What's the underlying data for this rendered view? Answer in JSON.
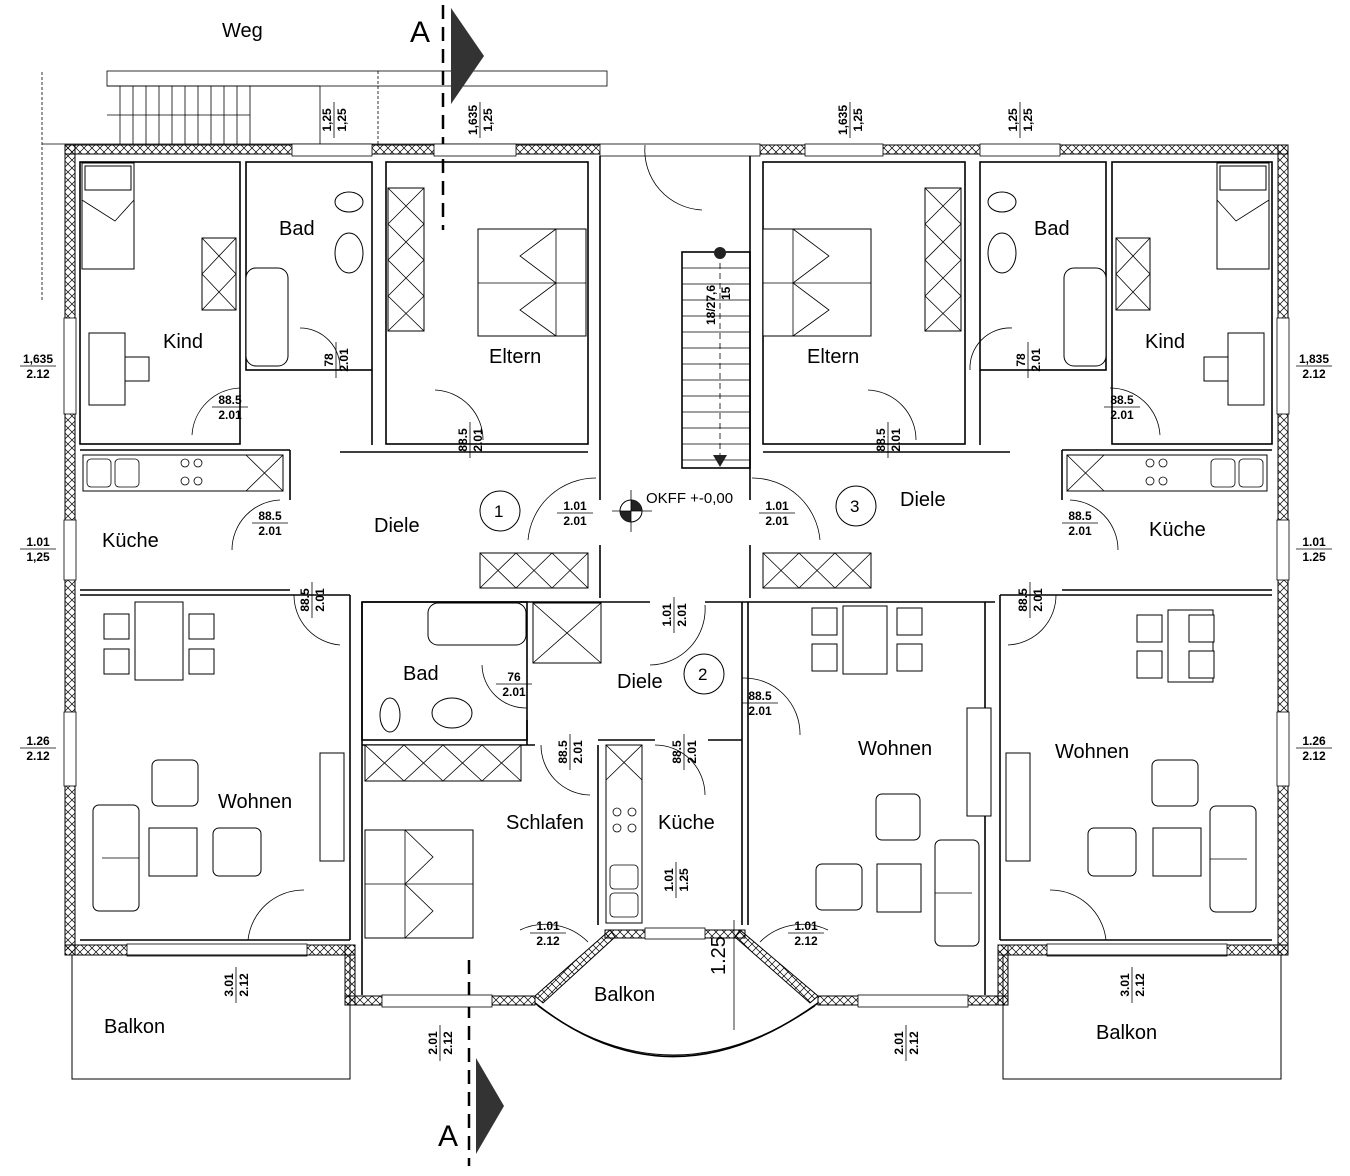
{
  "title": "Grundriss Erdgeschoss",
  "labels": {
    "path": "Weg",
    "section_top": "A",
    "section_bottom": "A",
    "level": "OKFF +-0,00",
    "stairs": "18/27,6",
    "stairs_sub": "15"
  },
  "units": [
    {
      "number": "1"
    },
    {
      "number": "2"
    },
    {
      "number": "3"
    }
  ],
  "rooms": {
    "u1_kind": "Kind",
    "u1_bad": "Bad",
    "u1_eltern": "Eltern",
    "u1_kueche": "Küche",
    "u1_diele": "Diele",
    "u1_wohnen": "Wohnen",
    "u1_balkon": "Balkon",
    "u2_bad": "Bad",
    "u2_diele": "Diele",
    "u2_schlafen": "Schlafen",
    "u2_kueche": "Küche",
    "u2_balkon": "Balkon",
    "u2_wohnen": "Wohnen",
    "u3_eltern": "Eltern",
    "u3_bad": "Bad",
    "u3_kind": "Kind",
    "u3_diele": "Diele",
    "u3_kueche": "Küche",
    "u3_wohnen": "Wohnen",
    "u3_balkon": "Balkon"
  },
  "dimensions": {
    "top_win_1": {
      "a": "1,25",
      "b": "1,25"
    },
    "top_win_2": {
      "a": "1,635",
      "b": "1,25"
    },
    "top_win_3": {
      "a": "1,635",
      "b": "1,25"
    },
    "top_win_4": {
      "a": "1,25",
      "b": "1,25"
    },
    "left_win_kind": {
      "a": "1,635",
      "b": "2.12"
    },
    "left_win_kueche": {
      "a": "1.01",
      "b": "1,25"
    },
    "left_win_wohnen": {
      "a": "1.26",
      "b": "2.12"
    },
    "right_win_kind": {
      "a": "1,835",
      "b": "2.12"
    },
    "right_win_kueche": {
      "a": "1.01",
      "b": "1.25"
    },
    "right_win_wohnen": {
      "a": "1.26",
      "b": "2.12"
    },
    "door_u1_kind": {
      "a": "88.5",
      "b": "2.01"
    },
    "door_u1_bad": {
      "a": "78",
      "b": "2.01"
    },
    "door_u1_eltern": {
      "a": "88.5",
      "b": "2.01"
    },
    "door_u1_kueche": {
      "a": "88.5",
      "b": "2.01"
    },
    "door_u1_wohnen": {
      "a": "88.5",
      "b": "2.01"
    },
    "door_u1_entry": {
      "a": "1.01",
      "b": "2.01"
    },
    "door_u3_entry": {
      "a": "1.01",
      "b": "2.01"
    },
    "door_u3_eltern": {
      "a": "88.5",
      "b": "2.01"
    },
    "door_u3_bad": {
      "a": "78",
      "b": "2.01"
    },
    "door_u3_kind": {
      "a": "88.5",
      "b": "2.01"
    },
    "door_u3_kueche": {
      "a": "88.5",
      "b": "2.01"
    },
    "door_u3_wohnen": {
      "a": "88.5",
      "b": "2.01"
    },
    "door_u2_entry": {
      "a": "1.01",
      "b": "2.01"
    },
    "door_u2_bad": {
      "a": "76",
      "b": "2.01"
    },
    "door_u2_wohnen": {
      "a": "88.5",
      "b": "2.01"
    },
    "door_u2_schlafen": {
      "a": "88.5",
      "b": "2.01"
    },
    "door_u2_kueche": {
      "a": "88.5",
      "b": "2.01"
    },
    "u2_kueche_win": {
      "a": "1.01",
      "b": "1.25"
    },
    "u2_balkon_door_l": {
      "a": "1.01",
      "b": "2.12"
    },
    "u2_balkon_door_r": {
      "a": "1.01",
      "b": "2.12"
    },
    "u2_balkon_depth": "1.25",
    "bottom_u1_balkon": {
      "a": "3.01",
      "b": "2.12"
    },
    "bottom_u2_schlafen": {
      "a": "2.01",
      "b": "2.12"
    },
    "bottom_u2_wohnen": {
      "a": "2.01",
      "b": "2.12"
    },
    "bottom_u3_balkon": {
      "a": "3.01",
      "b": "2.12"
    }
  }
}
